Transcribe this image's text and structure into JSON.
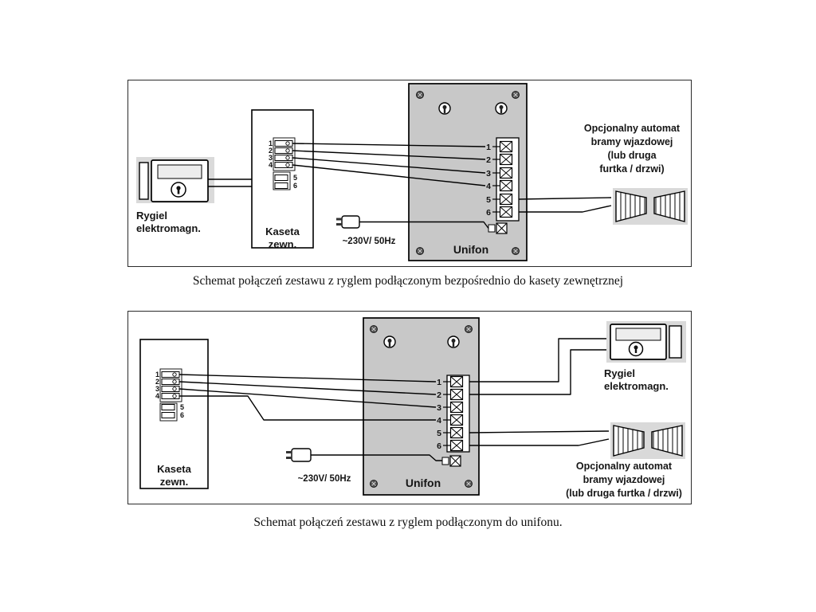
{
  "captions": {
    "top": "Schemat połączeń zestawu z ryglem podłączonym bezpośrednio do kasety zewnętrznej",
    "bottom": "Schemat połączeń zestawu z ryglem podłączonym do unifonu."
  },
  "labels": {
    "rygiel_line1": "Rygiel",
    "rygiel_line2": "elektromagn.",
    "kaseta_line1": "Kaseta",
    "kaseta_line2": "zewn.",
    "unifon": "Unifon",
    "power": "~230V/ 50Hz"
  },
  "terminal_numbers": [
    "1",
    "2",
    "3",
    "4",
    "5",
    "6"
  ],
  "gate_note_top": {
    "line1": "Opcjonalny automat",
    "line2": "bramy wjazdowej",
    "line3": "(lub druga",
    "line4": "furtka / drzwi)"
  },
  "gate_note_bottom": {
    "line1": "Opcjonalny automat",
    "line2": "bramy wjazdowej",
    "line3": "(lub druga furtka / drzwi)"
  },
  "colors": {
    "unifon_panel": "#c8c8c8",
    "device_background": "#dadada"
  }
}
